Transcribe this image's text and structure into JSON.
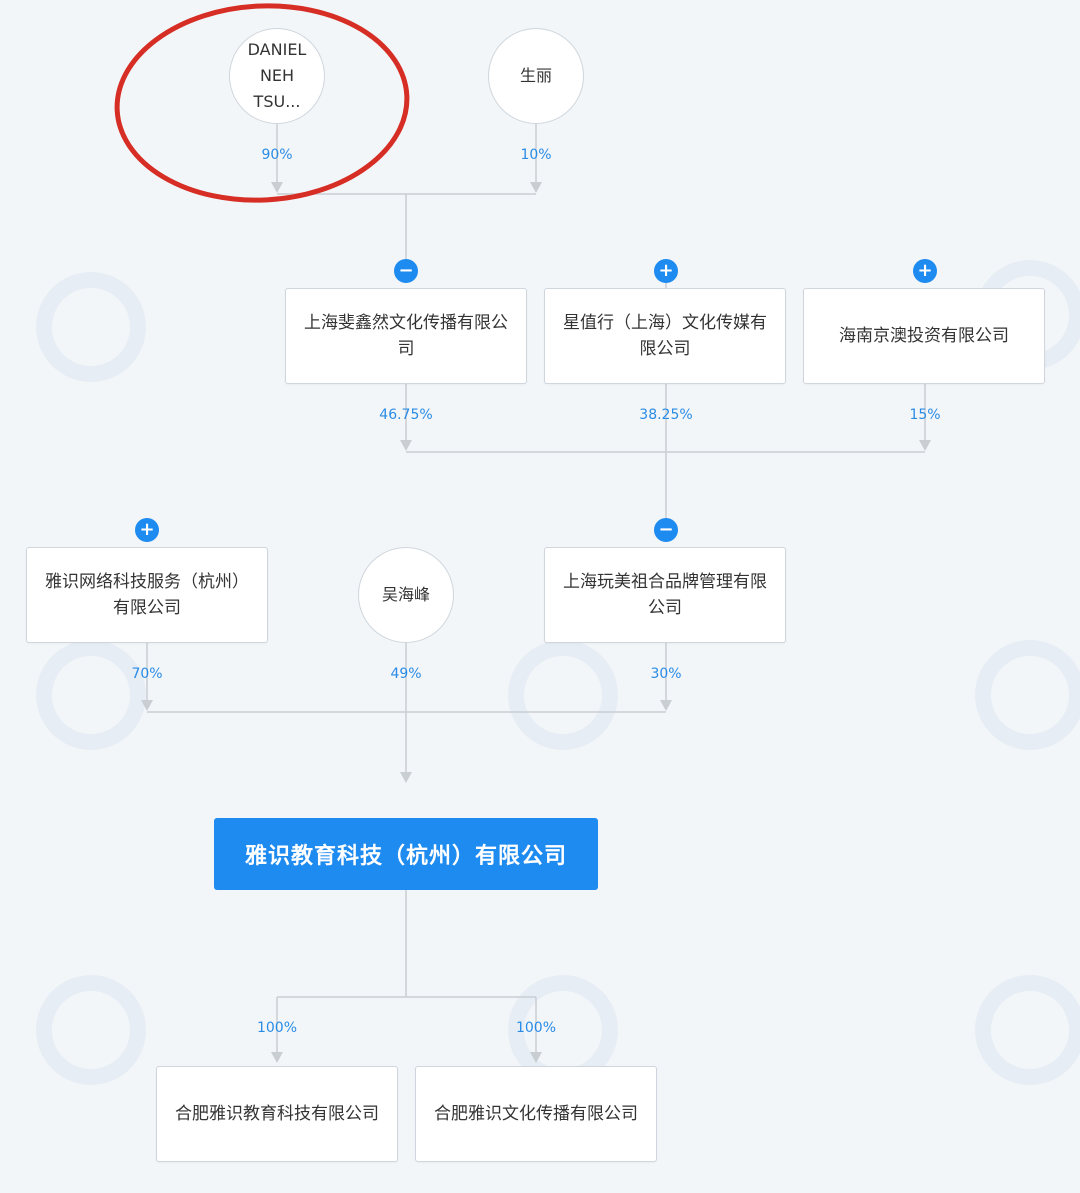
{
  "colors": {
    "accent": "#1e8bf0",
    "line": "#c9ced3",
    "percent": "#2a8ce6",
    "highlight": "#d62d24"
  },
  "shareholders": {
    "daniel": {
      "name": "DANIEL\nNEH TSU...",
      "pct": "90%"
    },
    "shengli": {
      "name": "生丽",
      "pct": "10%"
    }
  },
  "tier2": [
    {
      "name": "上海斐鑫然文化传播有限公司",
      "pct": "46.75%",
      "toggle": "−"
    },
    {
      "name": "星值行（上海）文化传媒有限公司",
      "pct": "38.25%",
      "toggle": "+"
    },
    {
      "name": "海南京澳投资有限公司",
      "pct": "15%",
      "toggle": "+"
    }
  ],
  "tier3": {
    "yashi_network": {
      "name": "雅识网络科技服务（杭州）有限公司",
      "pct": "70%",
      "toggle": "+"
    },
    "wu_haifeng": {
      "name": "吴海峰",
      "pct": "49%"
    },
    "wanmei": {
      "name": "上海玩美祖合品牌管理有限公司",
      "pct": "30%",
      "toggle": "−"
    }
  },
  "target": {
    "name": "雅识教育科技（杭州）有限公司"
  },
  "subsidiaries": [
    {
      "name": "合肥雅识教育科技有限公司",
      "pct": "100%"
    },
    {
      "name": "合肥雅识文化传播有限公司",
      "pct": "100%"
    }
  ]
}
